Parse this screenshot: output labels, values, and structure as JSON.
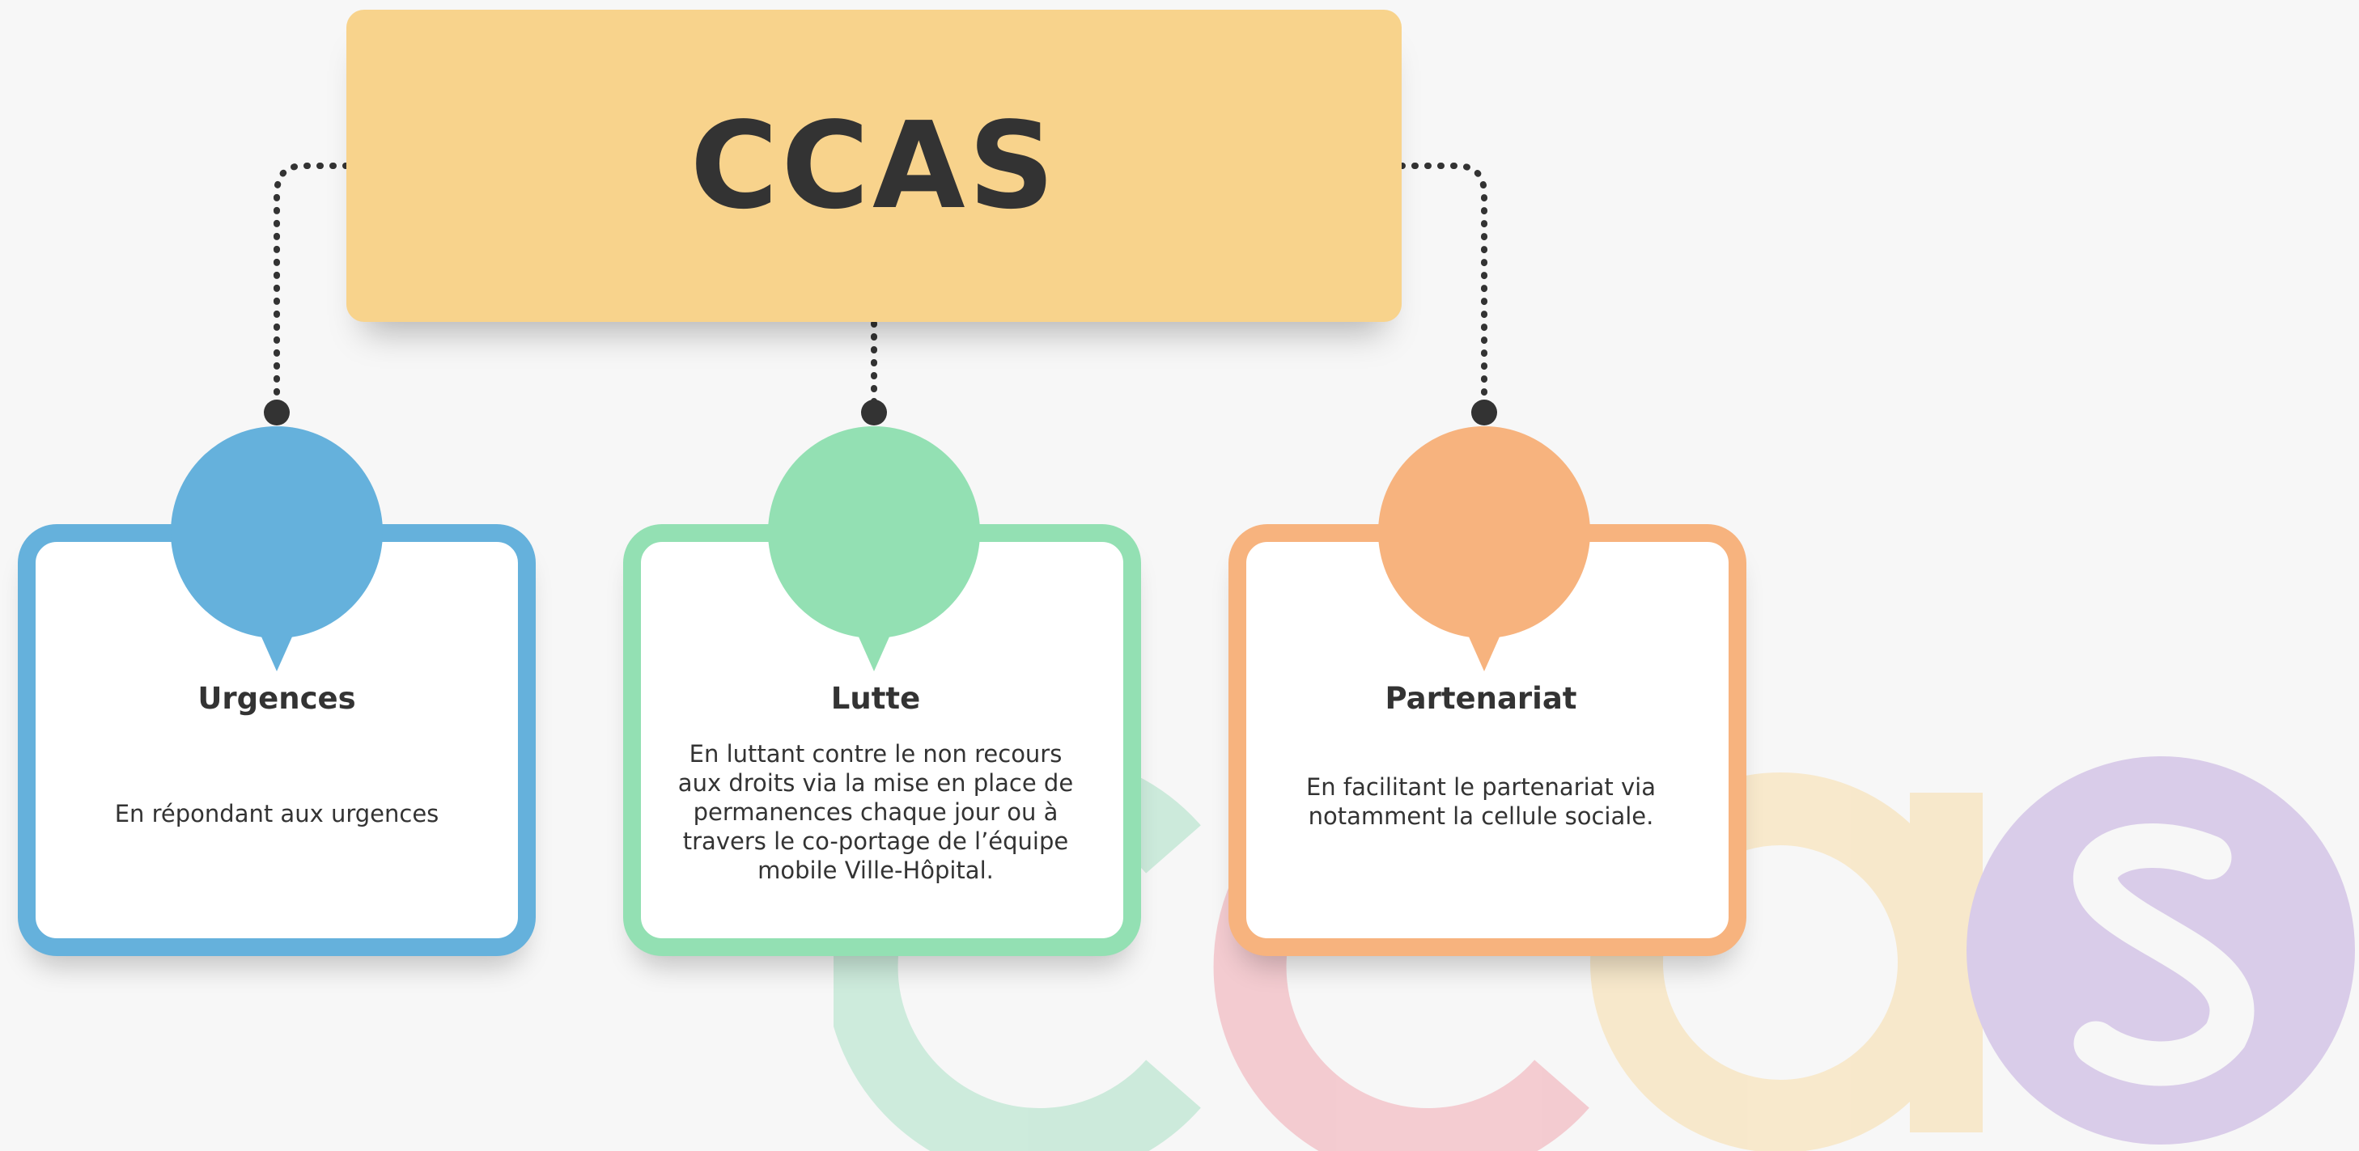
{
  "title": "CCAS",
  "colors": {
    "title_box": "#f8d38c",
    "urgences": "#65b1dc",
    "lutte": "#93e0b3",
    "partenariat": "#f7b37e",
    "text": "#333333",
    "connector": "#333333"
  },
  "cards": [
    {
      "title": "Urgences",
      "text": "En répondant aux urgences"
    },
    {
      "title": "Lutte",
      "text": "En luttant contre le non recours aux droits via la mise en place de permanences chaque jour ou à travers le co-portage de l’équipe mobile Ville-Hôpital."
    },
    {
      "title": "Partenariat",
      "text": "En facilitant le partenariat via notamment la cellule sociale."
    }
  ],
  "watermark_logo": "ccas"
}
